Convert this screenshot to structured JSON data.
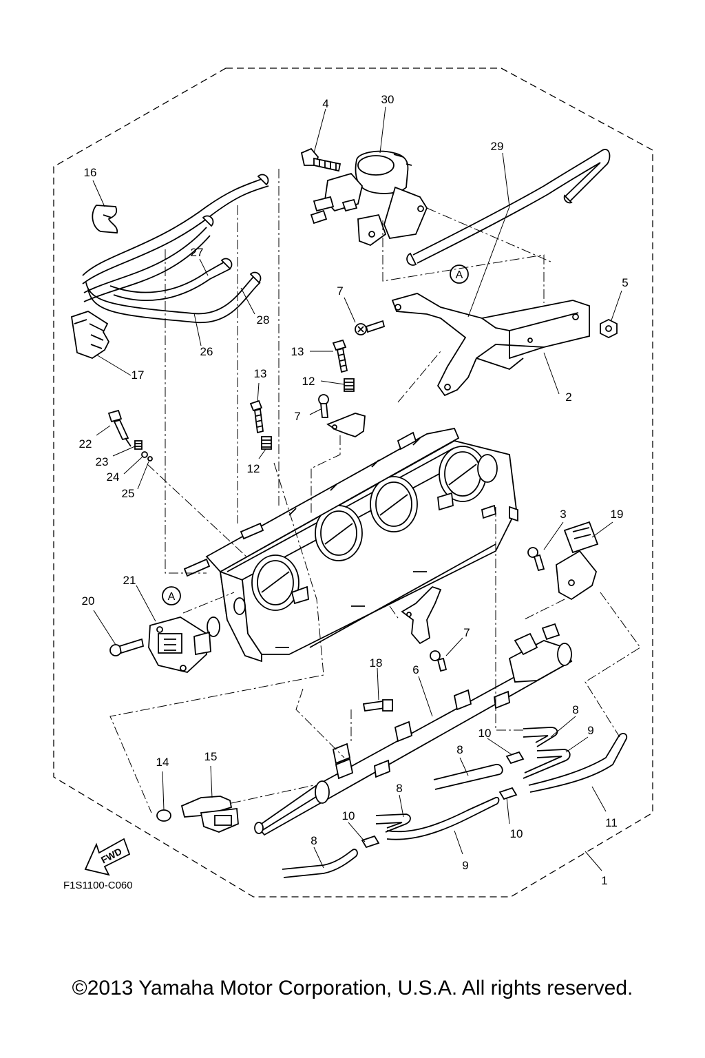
{
  "diagram": {
    "ref_code": "F1S1100-C060",
    "fwd_label": "FWD",
    "connector_letter": "A",
    "callouts": [
      {
        "id": "c1",
        "label": "1"
      },
      {
        "id": "c2",
        "label": "2"
      },
      {
        "id": "c3",
        "label": "3"
      },
      {
        "id": "c4",
        "label": "4"
      },
      {
        "id": "c5",
        "label": "5"
      },
      {
        "id": "c6",
        "label": "6"
      },
      {
        "id": "c7a",
        "label": "7"
      },
      {
        "id": "c7b",
        "label": "7"
      },
      {
        "id": "c7c",
        "label": "7"
      },
      {
        "id": "c8a",
        "label": "8"
      },
      {
        "id": "c8b",
        "label": "8"
      },
      {
        "id": "c8c",
        "label": "8"
      },
      {
        "id": "c8d",
        "label": "8"
      },
      {
        "id": "c9a",
        "label": "9"
      },
      {
        "id": "c9b",
        "label": "9"
      },
      {
        "id": "c10a",
        "label": "10"
      },
      {
        "id": "c10b",
        "label": "10"
      },
      {
        "id": "c10c",
        "label": "10"
      },
      {
        "id": "c11",
        "label": "11"
      },
      {
        "id": "c12a",
        "label": "12"
      },
      {
        "id": "c12b",
        "label": "12"
      },
      {
        "id": "c13a",
        "label": "13"
      },
      {
        "id": "c13b",
        "label": "13"
      },
      {
        "id": "c14",
        "label": "14"
      },
      {
        "id": "c15",
        "label": "15"
      },
      {
        "id": "c16",
        "label": "16"
      },
      {
        "id": "c17",
        "label": "17"
      },
      {
        "id": "c18",
        "label": "18"
      },
      {
        "id": "c19",
        "label": "19"
      },
      {
        "id": "c20",
        "label": "20"
      },
      {
        "id": "c21",
        "label": "21"
      },
      {
        "id": "c22",
        "label": "22"
      },
      {
        "id": "c23",
        "label": "23"
      },
      {
        "id": "c24",
        "label": "24"
      },
      {
        "id": "c25",
        "label": "25"
      },
      {
        "id": "c26",
        "label": "26"
      },
      {
        "id": "c27",
        "label": "27"
      },
      {
        "id": "c28",
        "label": "28"
      },
      {
        "id": "c29",
        "label": "29"
      },
      {
        "id": "c30",
        "label": "30"
      }
    ]
  },
  "footer": {
    "copyright": "©2013 Yamaha Motor Corporation, U.S.A. All rights reserved."
  }
}
